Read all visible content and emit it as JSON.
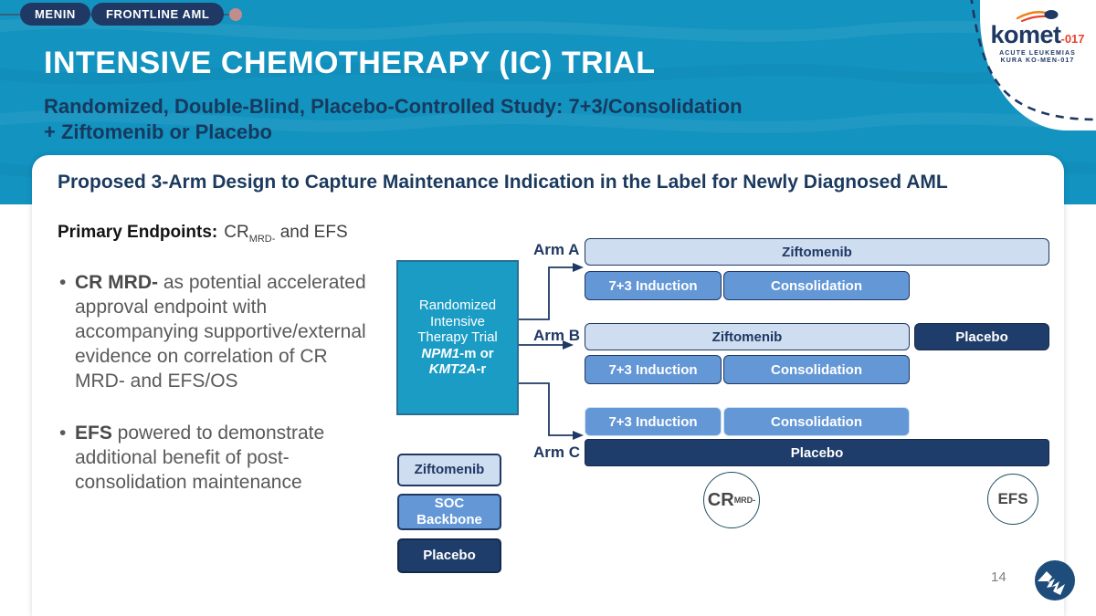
{
  "colors": {
    "header_cyan": "#1393c0",
    "navy": "#1f3864",
    "light_bar_fill": "#cfddf0",
    "mid_bar_fill": "#6397d6",
    "dark_bar_fill": "#1f3d6b",
    "trial_box_fill": "#1b9cc4",
    "accent_red": "#e8432e",
    "body_gray": "#595959"
  },
  "header": {
    "badges": [
      {
        "label": "MENIN"
      },
      {
        "label": "FRONTLINE AML"
      }
    ],
    "title": "INTENSIVE CHEMOTHERAPY (IC) TRIAL",
    "subtitle_line1": "Randomized, Double-Blind, Placebo-Controlled Study: 7+3/Consolidation",
    "subtitle_line2": "+ Ziftomenib or Placebo"
  },
  "komet_logo": {
    "brand": "komet",
    "code": "-017",
    "tagline1": "ACUTE LEUKEMIAS",
    "tagline2": "KURA KO-MEN-017"
  },
  "card": {
    "heading": "Proposed 3-Arm Design to Capture Maintenance Indication in the Label for Newly Diagnosed AML"
  },
  "left_panel": {
    "endpoints_label": "Primary Endpoints:",
    "endpoints_cr": "CR",
    "endpoints_cr_sub": "MRD-",
    "endpoints_rest": " and EFS",
    "bullets": [
      {
        "bold": "CR MRD-",
        "text": " as potential accelerated approval endpoint with accompanying supportive/external evidence on correlation of CR MRD- and EFS/OS"
      },
      {
        "bold": "EFS",
        "text": " powered to demonstrate additional benefit of post-consolidation maintenance"
      }
    ]
  },
  "diagram": {
    "trial_box": {
      "lines": [
        "Randomized",
        "Intensive",
        "Therapy Trial"
      ],
      "gene1": "NPM1",
      "gene1_suffix": "-m or",
      "gene2": "KMT2A",
      "gene2_suffix": "-r"
    },
    "arm_a": {
      "name": "Arm A",
      "ziftomenib": "Ziftomenib",
      "induction": "7+3 Induction",
      "consolidation": "Consolidation"
    },
    "arm_b": {
      "name": "Arm B",
      "ziftomenib": "Ziftomenib",
      "placebo": "Placebo",
      "induction": "7+3 Induction",
      "consolidation": "Consolidation"
    },
    "arm_c": {
      "name": "Arm C",
      "induction": "7+3 Induction",
      "consolidation": "Consolidation",
      "placebo": "Placebo"
    },
    "legend": [
      {
        "label": "Ziftomenib"
      },
      {
        "label": "SOC Backbone"
      },
      {
        "label": "Placebo"
      }
    ],
    "circle_cr": {
      "main": "CR",
      "sub": "MRD-"
    },
    "circle_efs": {
      "main": "EFS"
    }
  },
  "footer": {
    "page_number": "14"
  }
}
